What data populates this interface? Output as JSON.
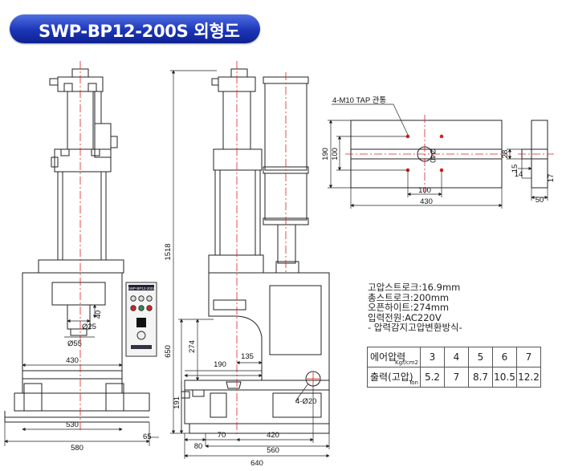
{
  "title": "SWP-BP12-200S 외형도",
  "front_view": {
    "dims": {
      "w430": "430",
      "w530": "530",
      "w580": "580",
      "d65": "65",
      "d40": "40",
      "phi25": "Ø25",
      "phi55": "Ø55"
    },
    "control_panel_label": "SWP-BP12-200S"
  },
  "side_view": {
    "dims": {
      "h1518": "1518",
      "h650": "650",
      "h274": "274",
      "h191": "191",
      "w135": "135",
      "w190": "190",
      "w80": "80",
      "w70": "70",
      "w420": "420",
      "w560": "560",
      "w640": "640",
      "holes": "4-Ø20"
    }
  },
  "table_view": {
    "tap_label": "4-M10 TAP 관통",
    "dims": {
      "phi40": "Ø40",
      "h190": "190",
      "h100": "100",
      "w100": "100",
      "w430": "430",
      "d28": "28",
      "d15": "15",
      "d14": "14",
      "d17": "17",
      "d50": "50"
    }
  },
  "specs": [
    "고압스트로크:16.9mm",
    "총스트로크:200mm",
    "오픈하이트:274mm",
    "입력전원:AC220V",
    "- 압력감지고압변환방식-"
  ],
  "pressure_table": {
    "row1_label": "에어압력",
    "row1_unit": "Kgf/cm2",
    "row2_label": "출력(고압)",
    "row2_unit": "Ton",
    "air": [
      "3",
      "4",
      "5",
      "6",
      "7"
    ],
    "output": [
      "5.2",
      "7",
      "8.7",
      "10.5",
      "12.2"
    ]
  },
  "colors": {
    "banner": "#1c35b8",
    "accent_red": "#d9231f",
    "line": "#222222"
  }
}
